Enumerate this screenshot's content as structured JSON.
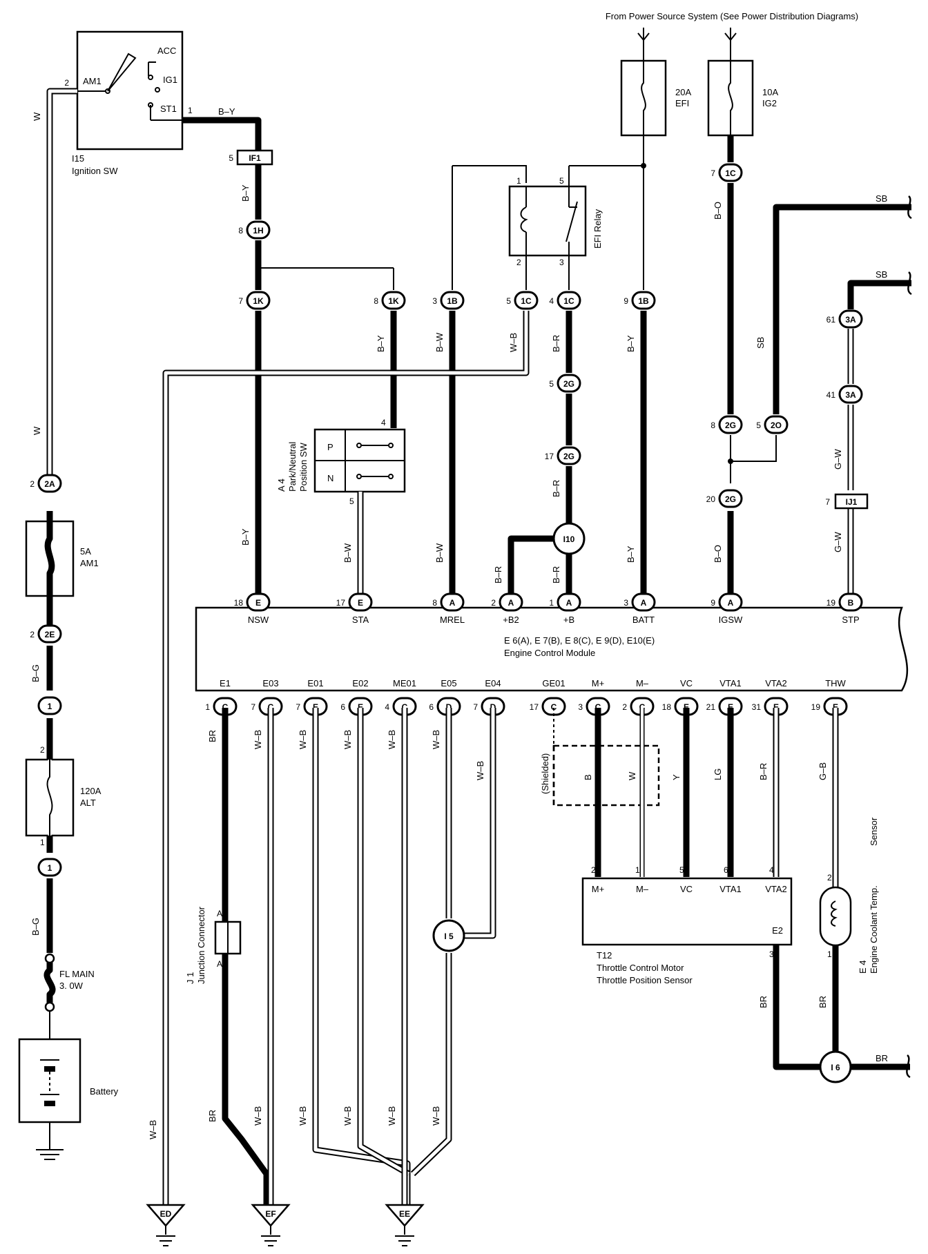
{
  "header": {
    "power_source": "From Power Source System (See Power Distribution Diagrams)"
  },
  "ignition_switch": {
    "code": "I15",
    "name": "Ignition SW",
    "terminals": [
      "AM1",
      "ACC",
      "IG1",
      "ST1"
    ],
    "pins": {
      "am1": "2",
      "st1": "1"
    }
  },
  "fuses": {
    "efi": {
      "rating": "20A",
      "name": "EFI"
    },
    "ig2": {
      "rating": "10A",
      "name": "IG2"
    },
    "am1": {
      "rating": "5A",
      "name": "AM1"
    },
    "alt": {
      "rating": "120A",
      "name": "ALT",
      "pin_top": "2",
      "pin_bottom": "1"
    },
    "fl_main": {
      "name": "FL MAIN",
      "size": "3. 0W"
    }
  },
  "battery": {
    "name": "Battery"
  },
  "efi_relay": {
    "name": "EFI Relay",
    "pins": [
      "1",
      "5",
      "2",
      "3"
    ]
  },
  "park_neutral_sw": {
    "code": "A 4",
    "name1": "Park/Neutral",
    "name2": "Position SW",
    "positions": [
      "P",
      "N"
    ],
    "pin_top": "4",
    "pin_bottom": "5"
  },
  "ecm": {
    "name": "Engine Control Module",
    "connectors": "E 6(A), E 7(B), E 8(C), E 9(D), E10(E)",
    "top_terminals": [
      {
        "name": "NSW",
        "pin": "18",
        "conn": "E"
      },
      {
        "name": "STA",
        "pin": "17",
        "conn": "E"
      },
      {
        "name": "MREL",
        "pin": "8",
        "conn": "A"
      },
      {
        "name": "+B2",
        "pin": "2",
        "conn": "A"
      },
      {
        "name": "+B",
        "pin": "1",
        "conn": "A"
      },
      {
        "name": "BATT",
        "pin": "3",
        "conn": "A"
      },
      {
        "name": "IGSW",
        "pin": "9",
        "conn": "A"
      },
      {
        "name": "STP",
        "pin": "19",
        "conn": "B"
      }
    ],
    "bottom_terminals": [
      {
        "name": "E1",
        "pin": "1",
        "conn": "C"
      },
      {
        "name": "E03",
        "pin": "7",
        "conn": "C"
      },
      {
        "name": "E01",
        "pin": "7",
        "conn": "E"
      },
      {
        "name": "E02",
        "pin": "6",
        "conn": "E"
      },
      {
        "name": "ME01",
        "pin": "4",
        "conn": "C"
      },
      {
        "name": "E05",
        "pin": "6",
        "conn": "D"
      },
      {
        "name": "E04",
        "pin": "7",
        "conn": "D"
      },
      {
        "name": "GE01",
        "pin": "17",
        "conn": "C"
      },
      {
        "name": "M+",
        "pin": "3",
        "conn": "C"
      },
      {
        "name": "M–",
        "pin": "2",
        "conn": "C"
      },
      {
        "name": "VC",
        "pin": "18",
        "conn": "E"
      },
      {
        "name": "VTA1",
        "pin": "21",
        "conn": "E"
      },
      {
        "name": "VTA2",
        "pin": "31",
        "conn": "E"
      },
      {
        "name": "THW",
        "pin": "19",
        "conn": "E"
      }
    ]
  },
  "throttle": {
    "code": "T12",
    "name1": "Throttle Control Motor",
    "name2": "Throttle Position Sensor",
    "terminals": [
      {
        "name": "M+",
        "pin": "2"
      },
      {
        "name": "M–",
        "pin": "1"
      },
      {
        "name": "VC",
        "pin": "5"
      },
      {
        "name": "VTA1",
        "pin": "6"
      },
      {
        "name": "VTA2",
        "pin": "4"
      }
    ],
    "e2": {
      "name": "E2",
      "pin": "3"
    }
  },
  "coolant_sensor": {
    "code": "E 4",
    "name1": "Engine Coolant Temp.",
    "name2": "Sensor",
    "pin_top": "2",
    "pin_bottom": "1"
  },
  "junction_connector": {
    "code": "J 1",
    "name": "Junction Connector",
    "pin": "A"
  },
  "shielded": "(Shielded)",
  "splices": {
    "i10": "I10",
    "i5": "I 5",
    "i6": "I 6",
    "if1": "IF1",
    "ij1": "IJ1"
  },
  "connectors": {
    "if1_pin": "5",
    "c1h": {
      "id": "1H",
      "pin": "8"
    },
    "c1k_a": {
      "id": "1K",
      "pin": "7"
    },
    "c1k_b": {
      "id": "1K",
      "pin": "8"
    },
    "c1b_a": {
      "id": "1B",
      "pin": "3"
    },
    "c1c_a": {
      "id": "1C",
      "pin": "5"
    },
    "c1c_b": {
      "id": "1C",
      "pin": "4"
    },
    "c1b_b": {
      "id": "1B",
      "pin": "9"
    },
    "c1c_c": {
      "id": "1C",
      "pin": "7"
    },
    "c2g_a": {
      "id": "2G",
      "pin": "5"
    },
    "c2g_b": {
      "id": "2G",
      "pin": "17"
    },
    "c2g_c": {
      "id": "2G",
      "pin": "8"
    },
    "c2o": {
      "id": "2O",
      "pin": "5"
    },
    "c2g_d": {
      "id": "2G",
      "pin": "20"
    },
    "c3a_a": {
      "id": "3A",
      "pin": "61"
    },
    "c3a_b": {
      "id": "3A",
      "pin": "41"
    },
    "ij1_pin": "7",
    "c2a": {
      "id": "2A",
      "pin": "2"
    },
    "c2e": {
      "id": "2E",
      "pin": "2"
    },
    "c1_a": {
      "id": "1"
    },
    "c1_b": {
      "id": "1"
    }
  },
  "grounds": [
    "ED",
    "EF",
    "EE"
  ],
  "wire_colors": {
    "w": "W",
    "by": "B–Y",
    "bw": "B–W",
    "wb": "W–B",
    "br_wire": "B–R",
    "bo": "B–O",
    "sb": "SB",
    "gw": "G–W",
    "bg": "B–G",
    "br": "BR",
    "b": "B",
    "y": "Y",
    "lg": "LG",
    "gb": "G–B"
  }
}
